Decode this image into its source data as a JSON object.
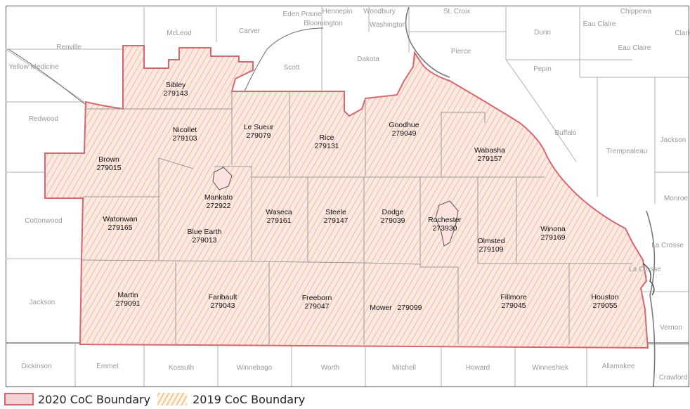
{
  "map": {
    "colors": {
      "background": "#ffffff",
      "county_line": "#a8a8a8",
      "state_line": "#7a7a7a",
      "coc_boundary": "#d9656d",
      "coc_fill": "#fbe9e8",
      "hatch": "#f3c58f"
    },
    "outside_labels": [
      "McLeod",
      "Carver",
      "Eden Prairie",
      "Hennepin",
      "Bloomington",
      "Woodbury",
      "Washington",
      "St. Croix",
      "Chippewa",
      "Eau Claire",
      "Clark",
      "Renville",
      "Yellow Medicine",
      "Scott",
      "Dakota",
      "Pierce",
      "Dunn",
      "Eau Claire",
      "Pepin",
      "Redwood",
      "Buffalo",
      "Trempealeau",
      "Jackson",
      "Monroe",
      "Cottonwood",
      "La Crosse",
      "La Crosse",
      "Jackson",
      "Vernon",
      "Dickinson",
      "Emmet",
      "Kossuth",
      "Winnebago",
      "Worth",
      "Mitchell",
      "Howard",
      "Winneshiek",
      "Allamakee",
      "Crawford"
    ],
    "counties": [
      {
        "name": "Sibley",
        "code": "279143"
      },
      {
        "name": "Nicollet",
        "code": "279103"
      },
      {
        "name": "Le Sueur",
        "code": "279079"
      },
      {
        "name": "Rice",
        "code": "279131"
      },
      {
        "name": "Goodhue",
        "code": "279049"
      },
      {
        "name": "Wabasha",
        "code": "279157"
      },
      {
        "name": "Brown",
        "code": "279015"
      },
      {
        "name": "Mankato",
        "code": "272922"
      },
      {
        "name": "Watonwan",
        "code": "279165"
      },
      {
        "name": "Blue Earth",
        "code": "279013"
      },
      {
        "name": "Waseca",
        "code": "279161"
      },
      {
        "name": "Steele",
        "code": "279147"
      },
      {
        "name": "Dodge",
        "code": "279039"
      },
      {
        "name": "Rochester",
        "code": "273930"
      },
      {
        "name": "Olmsted",
        "code": "279109"
      },
      {
        "name": "Winona",
        "code": "279169"
      },
      {
        "name": "Martin",
        "code": "279091"
      },
      {
        "name": "Faribault",
        "code": "279043"
      },
      {
        "name": "Freeborn",
        "code": "279047"
      },
      {
        "name": "Mower",
        "code": "279099"
      },
      {
        "name": "Fillmore",
        "code": "279045"
      },
      {
        "name": "Houston",
        "code": "279055"
      }
    ]
  },
  "legend": {
    "item_2020": "2020 CoC Boundary",
    "item_2019": "2019 CoC Boundary"
  }
}
